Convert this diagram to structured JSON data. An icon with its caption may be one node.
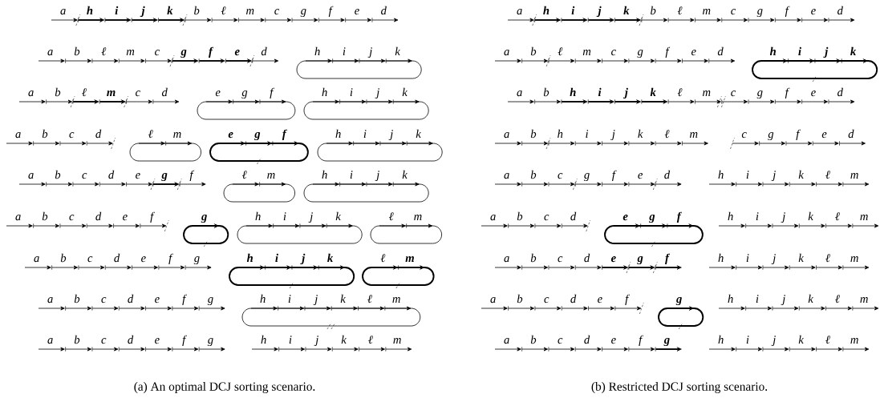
{
  "diagram": {
    "nodes": [
      {
        "text": [
          "h",
          "i",
          "j",
          "k"
        ]
      },
      {
        "text": [
          "e",
          "g",
          "f"
        ]
      },
      {
        "text": [
          "h",
          "i",
          "j",
          "k"
        ]
      },
      {
        "text": [
          "ℓ",
          "m"
        ]
      },
      {
        "text": [
          "e",
          "g",
          "f"
        ]
      },
      {
        "text": [
          "h",
          "i",
          "j",
          "k"
        ]
      },
      {
        "text": [
          "ℓ",
          "m"
        ]
      },
      {
        "text": [
          "h",
          "i",
          "j",
          "k"
        ]
      },
      {
        "text": [
          "g"
        ]
      },
      {
        "text": [
          "h",
          "i",
          "j",
          "k"
        ]
      },
      {
        "text": [
          "ℓ",
          "m"
        ]
      },
      {
        "text": [
          "h",
          "i",
          "j",
          "k"
        ]
      },
      {
        "text": [
          "ℓ",
          "m"
        ]
      },
      {
        "text": [
          "h",
          "i",
          "j",
          "k",
          "ℓ",
          "m"
        ]
      },
      {
        "text": [
          "h",
          "i",
          "j",
          "k"
        ]
      },
      {
        "text": [
          "e",
          "g",
          "f"
        ]
      },
      {
        "text": [
          "g"
        ]
      }
    ],
    "labels": [
      "a",
      "h",
      "i",
      "j",
      "k",
      "b",
      "ℓ",
      "m",
      "c",
      "g",
      "f",
      "e",
      "d",
      "a",
      "b",
      "ℓ",
      "m",
      "c",
      "g",
      "f",
      "e",
      "d",
      "a",
      "b",
      "ℓ",
      "m",
      "c",
      "d",
      "a",
      "b",
      "c",
      "d",
      "a",
      "b",
      "c",
      "d",
      "e",
      "g",
      "f",
      "a",
      "b",
      "c",
      "d",
      "e",
      "f",
      "a",
      "b",
      "c",
      "d",
      "e",
      "f",
      "g",
      "a",
      "b",
      "c",
      "d",
      "e",
      "f",
      "g",
      "a",
      "b",
      "c",
      "d",
      "e",
      "f",
      "g",
      "h",
      "i",
      "j",
      "k",
      "ℓ",
      "m",
      "(a) An optimal DCJ sorting scenario.",
      "a",
      "h",
      "i",
      "j",
      "k",
      "b",
      "ℓ",
      "m",
      "c",
      "g",
      "f",
      "e",
      "d",
      "a",
      "b",
      "ℓ",
      "m",
      "c",
      "g",
      "f",
      "e",
      "d",
      "a",
      "b",
      "h",
      "i",
      "j",
      "k",
      "ℓ",
      "m",
      "c",
      "g",
      "f",
      "e",
      "d",
      "a",
      "b",
      "h",
      "i",
      "j",
      "k",
      "ℓ",
      "m",
      "c",
      "g",
      "f",
      "e",
      "d",
      "a",
      "b",
      "c",
      "g",
      "f",
      "e",
      "d",
      "h",
      "i",
      "j",
      "k",
      "ℓ",
      "m",
      "a",
      "b",
      "c",
      "d",
      "h",
      "i",
      "j",
      "k",
      "ℓ",
      "m",
      "a",
      "b",
      "c",
      "d",
      "e",
      "g",
      "f",
      "h",
      "i",
      "j",
      "k",
      "ℓ",
      "m",
      "a",
      "b",
      "c",
      "d",
      "e",
      "f",
      "h",
      "i",
      "j",
      "k",
      "ℓ",
      "m",
      "a",
      "b",
      "c",
      "d",
      "e",
      "f",
      "g",
      "h",
      "i",
      "j",
      "k",
      "ℓ",
      "m",
      "(b) Restricted DCJ sorting scenario."
    ]
  }
}
